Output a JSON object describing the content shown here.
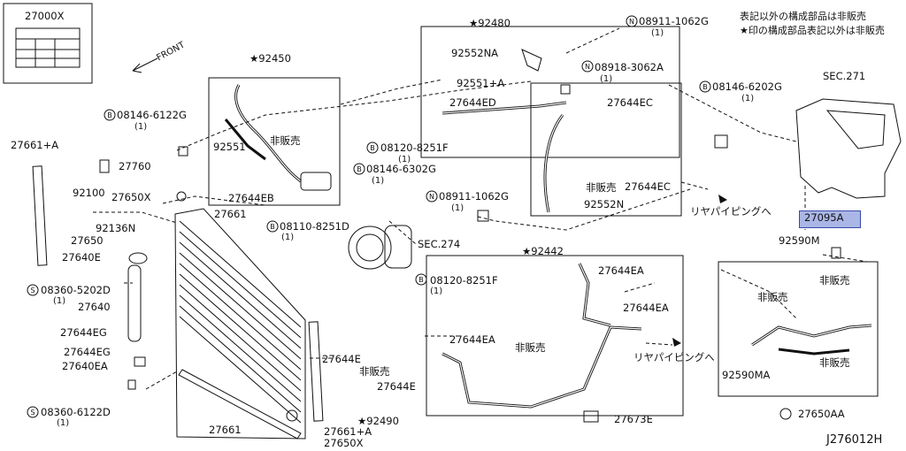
{
  "legend": {
    "line1": "表記以外の構成部品は非販売",
    "line2": "★印の構成部品表記以外は非販売"
  },
  "diagram_id": "J276012H",
  "highlight": "27095A",
  "parts": {
    "p27000X": "27000X",
    "front": "FRONT",
    "p92450": "★92450",
    "p92480": "★92480",
    "p92442": "★92442",
    "p92490": "★92490",
    "p08146_6122G": "08146-6122G",
    "p08146_6122G_q": "(1)",
    "p27760": "27760",
    "p92551": "92551",
    "hibanbai1": "非販売",
    "p27644EB": "27644EB",
    "p08120_8251F_a": "08120-8251F",
    "p08120_8251F_a_q": "(1)",
    "p08146_6302G": "08146-6302G",
    "p08146_6302G_q": "(1)",
    "p92552NA": "92552NA",
    "p92551A": "92551+A",
    "p27644ED": "27644ED",
    "p08911_1062G_a": "08911-1062G",
    "p08911_1062G_a_q": "(1)",
    "p08918_3062A": "08918-3062A",
    "p08918_3062A_q": "(1)",
    "p27644EC_a": "27644EC",
    "hibanbai2": "非販売",
    "p27644EC_b": "27644EC",
    "p08911_1062G_b": "08911-1062G",
    "p08911_1062G_b_q": "(1)",
    "p92552N": "92552N",
    "rear_piping_a": "リヤパイピングへ",
    "p08146_6202G": "08146-6202G",
    "p08146_6202G_q": "(1)",
    "sec271": "SEC.271",
    "p27661A_top": "27661+A",
    "p92100": "92100",
    "p27650X_top": "27650X",
    "p27661_top": "27661",
    "p92136N": "92136N",
    "p27650": "27650",
    "p27640E": "27640E",
    "p08360_5202D": "08360-5202D",
    "p08360_5202D_q": "(1)",
    "p27640": "27640",
    "p27644EG_a": "27644EG",
    "p27644EG_b": "27644EG",
    "p27640EA": "27640EA",
    "p08360_6122D": "08360-6122D",
    "p08360_6122D_q": "(1)",
    "p27661_bot": "27661",
    "p27661A_bot": "27661+A",
    "p27650X_bot": "27650X",
    "p08110_8251D": "08110-8251D",
    "p08110_8251D_q": "(1)",
    "sec274": "SEC.274",
    "p08120_8251F_b": "08120-8251F",
    "p08120_8251F_b_q": "(1)",
    "p27644E_a": "27644E",
    "hibanbai3": "非販売",
    "p27644E_b": "27644E",
    "p27644EA_a": "27644EA",
    "p27644EA_b": "27644EA",
    "p27644EA_c": "27644EA",
    "hibanbai4": "非販売",
    "rear_piping_b": "リヤパイピングへ",
    "p27673E": "27673E",
    "p92590M": "92590M",
    "hibanbai5": "非販売",
    "hibanbai6": "非販売",
    "hibanbai7": "非販売",
    "p92590MA": "92590MA",
    "p27650AA": "27650AA",
    "mark_b": "B",
    "mark_n": "N",
    "mark_s": "S"
  },
  "colors": {
    "line": "#111111",
    "highlight_fill": "#aab6e6",
    "highlight_border": "#3a4aa8"
  }
}
